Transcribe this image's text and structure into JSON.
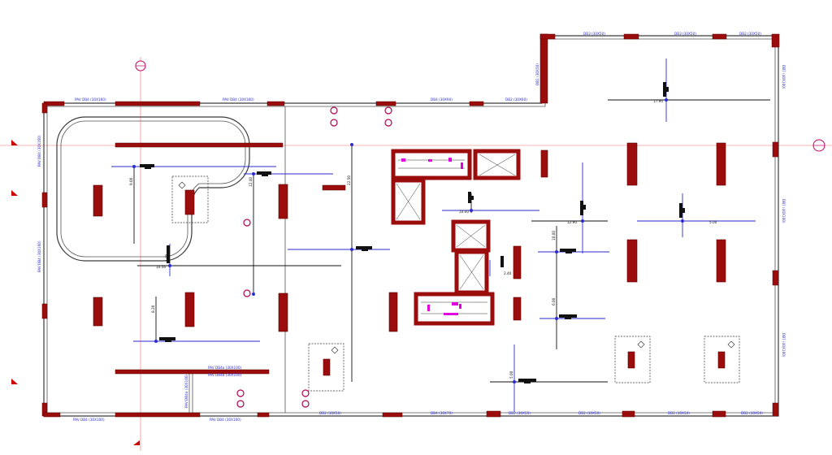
{
  "labels": {
    "top_left_1": "PAV DB4 (30X160)",
    "top_left_2": "PAV DB4 (30X160)",
    "top_mid_1": "DB4 (30X90)",
    "top_mid_2": "DB2 (30X60)",
    "top_right_1": "DB3 (30X50)",
    "top_right_2": "DB3 (30X50)",
    "top_right_3": "DB2 (30X50)",
    "left_v_1": "PAV DB4 (30X160)",
    "left_v_2": "PAV DB4 (30X160)",
    "right_v_1": "DB7 (40X100)",
    "right_v_2": "DB7 (40X100)",
    "right_v_3": "DB7 (40X100)",
    "notch_v": "DB1 (30X50)",
    "bottom_1": "PAV DB4 (30X100)",
    "bottom_2": "PAV DB4 (30X100)",
    "bottom_3": "DB2 (30X50)",
    "bottom_4": "DB4 (30X70)",
    "bottom_5": "DB2 (30X50)",
    "bottom_6": "DB2 (30X50)",
    "bottom_7": "DB2 (30X50)",
    "bottom_8": "DB2 (30X50)",
    "inner_beam_1": "PAV DB4a (30X100)",
    "inner_beam_2": "PAV DB4a (30X100)",
    "inner_v": "PAV DB4a (30X100)",
    "dim_1": "9.00",
    "dim_2": "12.40",
    "dim_3": "10.56",
    "dim_4": "8.20",
    "dim_5": "22.50",
    "dim_6": "10.00",
    "dim_7": "2.40",
    "dim_8": "12.90",
    "dim_9": "10.00",
    "dim_10": "6.00",
    "dim_11": "5.00",
    "dim_12": "17.90",
    "dim_13": "5.00",
    "dim_14": "5.00"
  },
  "colors": {
    "column": "#9b0d0d",
    "grid": "#ff6b6b",
    "dim": "#2b2bd1",
    "accent": "#e000e0"
  }
}
